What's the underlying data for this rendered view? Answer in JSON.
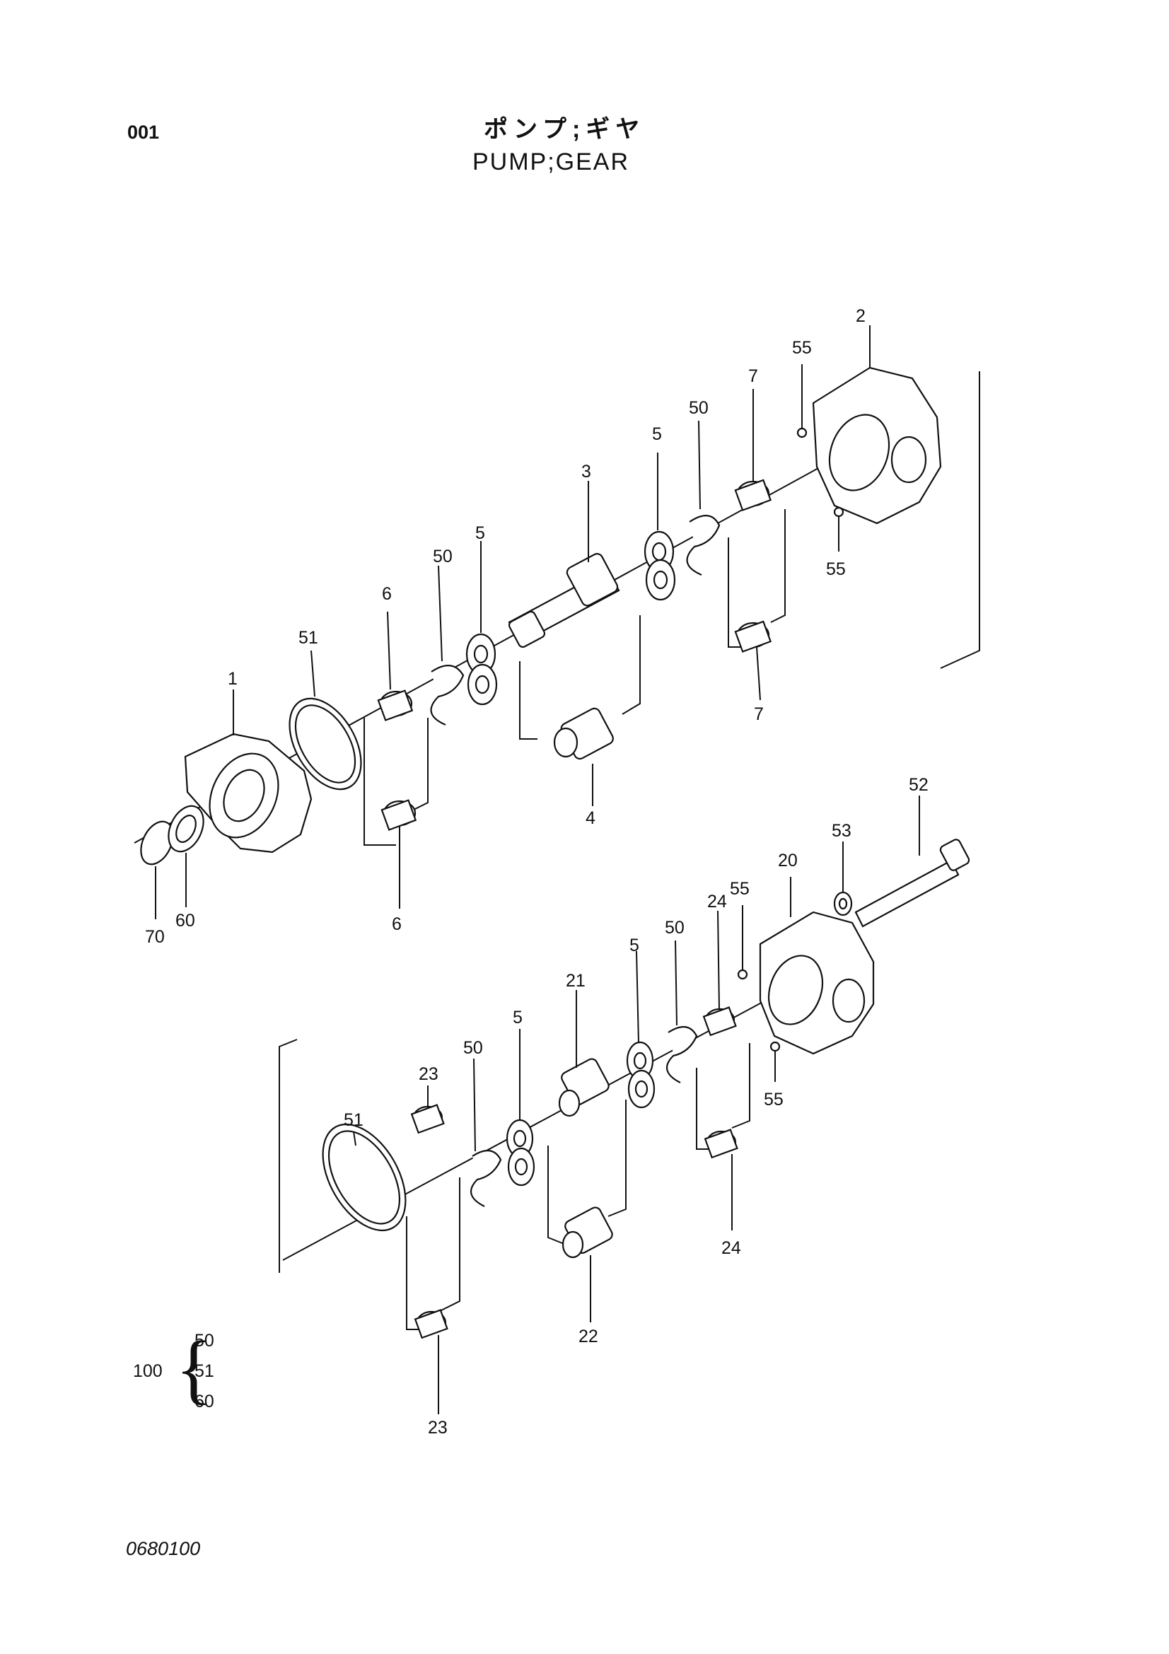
{
  "header": {
    "page_number": "001",
    "title_jp": "ポンプ;ギヤ",
    "title_en": "PUMP;GEAR"
  },
  "footer": {
    "doc_number": "0680100"
  },
  "kit": {
    "number": "100",
    "brace": "{",
    "parts": [
      "50",
      "51",
      "60"
    ]
  },
  "callouts": {
    "upper": [
      "1",
      "2",
      "3",
      "4",
      "5",
      "5",
      "6",
      "6",
      "7",
      "7",
      "50",
      "50",
      "51",
      "55",
      "55",
      "60",
      "70"
    ],
    "lower": [
      "5",
      "5",
      "20",
      "21",
      "22",
      "23",
      "23",
      "24",
      "24",
      "50",
      "50",
      "51",
      "52",
      "53",
      "55",
      "55"
    ]
  }
}
